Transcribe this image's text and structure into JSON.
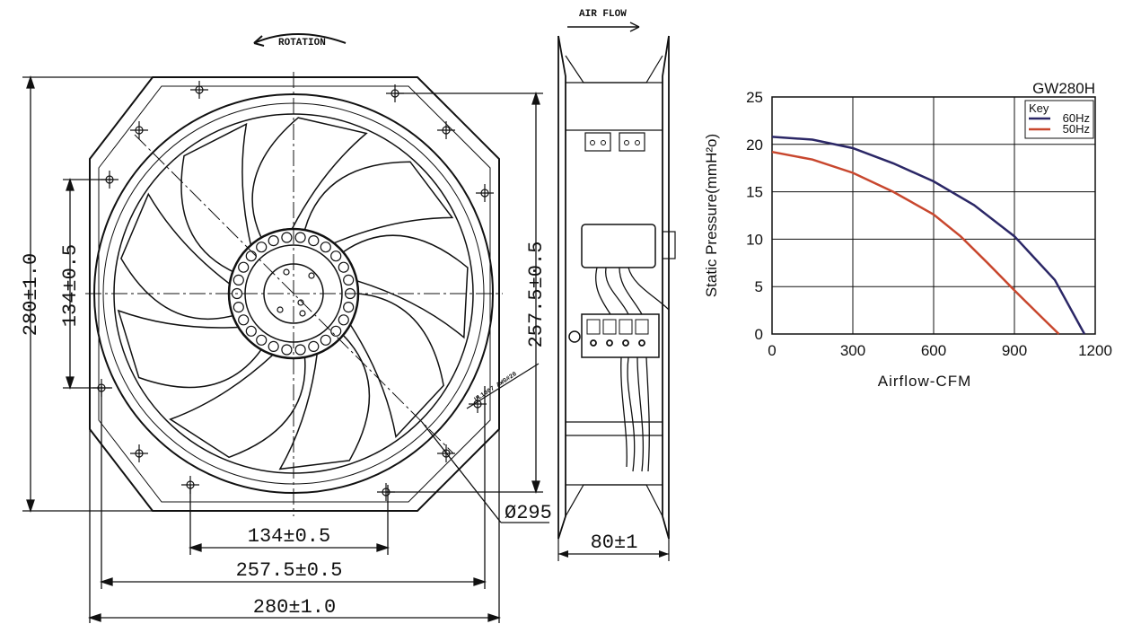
{
  "drawing": {
    "rotation_label": "ROTATION",
    "airflow_label": "AIR FLOW",
    "dim_height_outer": "280±1.0",
    "dim_height_hole": "134±0.5",
    "dim_height_pitch": "257.5±0.5",
    "dim_diameter": "Ø295",
    "dim_width_hole": "134±0.5",
    "dim_width_pitch": "257.5±0.5",
    "dim_width_outer": "280±1.0",
    "dim_depth": "80±1",
    "wire_label": "UL1007 AWG#20"
  },
  "chart_data": {
    "type": "line",
    "title": "GW280H",
    "xlabel": "Airflow-CFM",
    "ylabel": "Static Pressure(mmH²o)",
    "xlim": [
      0,
      1200
    ],
    "ylim": [
      0,
      25
    ],
    "xticks": [
      "0",
      "300",
      "600",
      "900",
      "1200"
    ],
    "yticks": [
      "0",
      "5",
      "10",
      "15",
      "20",
      "25"
    ],
    "grid": true,
    "legend": {
      "position": "top-right",
      "title": "Key"
    },
    "series": [
      {
        "name": "60Hz",
        "color": "#2b2766",
        "x": [
          0,
          150,
          300,
          450,
          600,
          750,
          900,
          1050,
          1160
        ],
        "y": [
          20.8,
          20.5,
          19.6,
          18.0,
          16.1,
          13.6,
          10.3,
          5.7,
          0
        ]
      },
      {
        "name": "50Hz",
        "color": "#c8472e",
        "x": [
          0,
          150,
          300,
          450,
          600,
          700,
          800,
          900,
          1000,
          1065
        ],
        "y": [
          19.2,
          18.4,
          17.0,
          15.0,
          12.6,
          10.3,
          7.5,
          4.6,
          1.8,
          0
        ]
      }
    ]
  }
}
